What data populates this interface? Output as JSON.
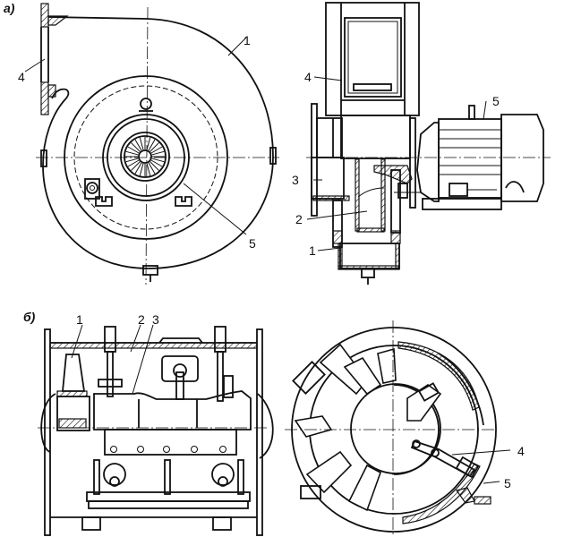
{
  "figure": {
    "panel_a": {
      "label": "а)",
      "front_view": {
        "callouts": [
          "1",
          "4",
          "5"
        ]
      },
      "side_view": {
        "callouts": [
          "4",
          "5",
          "3",
          "2",
          "1"
        ]
      }
    },
    "panel_b": {
      "label": "б)",
      "side_view": {
        "callouts": [
          "1",
          "2",
          "3"
        ]
      },
      "front_view": {
        "callouts": [
          "4",
          "5"
        ]
      }
    }
  }
}
